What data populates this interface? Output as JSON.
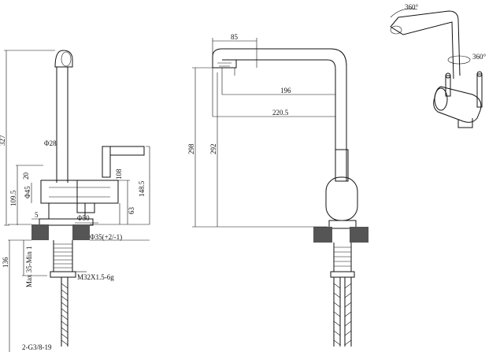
{
  "side_view": {
    "dims": {
      "h327": "327",
      "d28": "Φ28",
      "h20": "20",
      "d45": "Φ45",
      "h109_5": "109.5",
      "h108": "108",
      "h148_5": "148.5",
      "h63": "63",
      "d50": "Φ50",
      "w5": "5",
      "d35": "Φ35(+2/-1)",
      "h136": "136",
      "max_min": "Max 35-Min 1",
      "thread": "M32X1.5-6g",
      "hose_thread": "2-G3/8-19"
    }
  },
  "front_view": {
    "dims": {
      "w85": "85",
      "w196": "196",
      "w220_5": "220.5",
      "h298": "298",
      "h292": "292"
    }
  },
  "perspective": {
    "rot_top": "360°",
    "rot_mid": "360°"
  }
}
